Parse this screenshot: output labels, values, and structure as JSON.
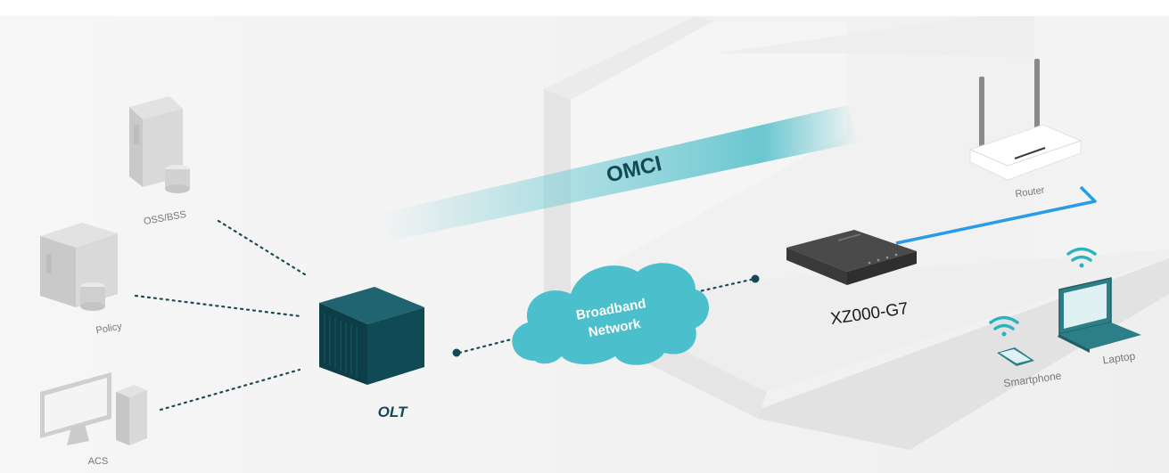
{
  "labels": {
    "oss_bss": "OSS/BSS",
    "policy": "Policy",
    "acs": "ACS",
    "olt": "OLT",
    "omci": "OMCI",
    "broadband_line1": "Broadband",
    "broadband_line2": "Network",
    "ont_model": "XZ000-G7",
    "router": "Router",
    "smartphone": "Smartphone",
    "laptop": "Laptop"
  },
  "colors": {
    "olt": "#0f4a55",
    "cloud": "#4bbfcb",
    "omci_beam": "#7fd0d8",
    "router_link": "#2a9be8",
    "wifi": "#2bb3c0",
    "dotted": "#1d4b55",
    "server_gray": "#d4d4d4"
  }
}
